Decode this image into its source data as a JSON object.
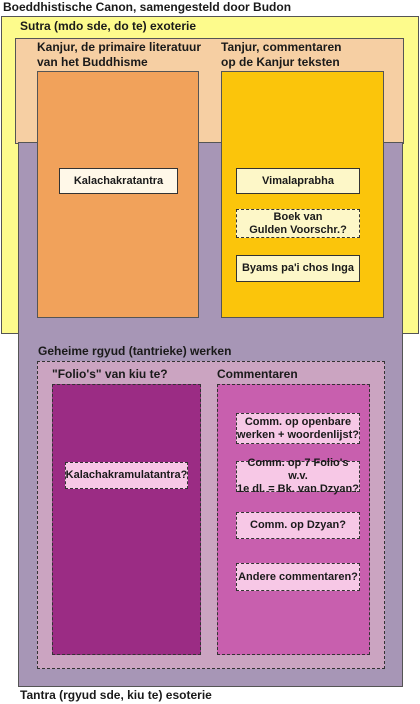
{
  "title": "Boeddhistische Canon, samengesteld door Budon",
  "sutra": {
    "label": "Sutra (mdo sde, do te) exoterie"
  },
  "kanjur": {
    "label_line1": "Kanjur, de primaire literatuur",
    "label_line2": "van het Buddhisme",
    "items": [
      "Kalachakratantra"
    ]
  },
  "tanjur": {
    "label_line1": "Tanjur, commentaren",
    "label_line2": "op de Kanjur teksten",
    "items": [
      {
        "line1": "Vimalaprabha",
        "line2": ""
      },
      {
        "line1": "Boek van",
        "line2": "Gulden Voorschr.?"
      },
      {
        "line1": "Byams pa'i chos Inga",
        "line2": ""
      }
    ]
  },
  "tantra": {
    "label": "Tantra (rgyud sde, kiu te) esoterie"
  },
  "geheime": {
    "label": "Geheime rgyud (tantrieke) werken"
  },
  "folio": {
    "label": "\"Folio's\" van kiu te?",
    "item": "Kalachakramulatantra?"
  },
  "commentaren": {
    "label": "Commentaren",
    "items": [
      {
        "line1": "Comm. op openbare",
        "line2": "werken + woordenlijst?"
      },
      {
        "line1": "Comm. op 7 Folio's w.v.",
        "line2": "1e dl. = Bk. van Dzyan?"
      },
      {
        "line1": "Comm. op Dzyan?",
        "line2": ""
      },
      {
        "line1": "Andere commentaren?",
        "line2": ""
      }
    ]
  },
  "colors": {
    "sutra": "#fdfb8c",
    "peach": "#f6cfa3",
    "kanjur": "#f1a25b",
    "tanjur": "#fbc50b",
    "tantra": "#a796b6",
    "geheime": "#cba4c1",
    "folio": "#9b2c84",
    "commentaren": "#c85fae"
  }
}
